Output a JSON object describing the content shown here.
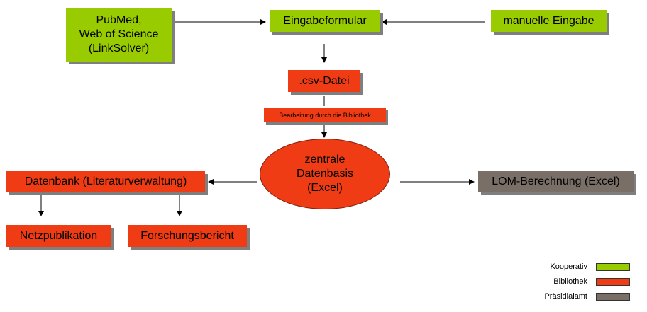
{
  "nodes": {
    "pubmed": "PubMed,\nWeb of Science\n(LinkSolver)",
    "eingabeformular": "Eingabeformular",
    "manuelle": "manuelle Eingabe",
    "csv": ".csv-Datei",
    "bearbeitung": "Bearbeitung durch die Bibliothek",
    "zentrale": "zentrale\nDatenbasis\n(Excel)",
    "datenbank": "Datenbank (Literaturverwaltung)",
    "lom": "LOM-Berechnung (Excel)",
    "netzpublikation": "Netzpublikation",
    "forschungsbericht": "Forschungsbericht"
  },
  "legend": [
    {
      "label": "Kooperativ",
      "color": "#99cc00"
    },
    {
      "label": "Bibliothek",
      "color": "#f03c14"
    },
    {
      "label": "Präsidialamt",
      "color": "#7a6f67"
    }
  ]
}
